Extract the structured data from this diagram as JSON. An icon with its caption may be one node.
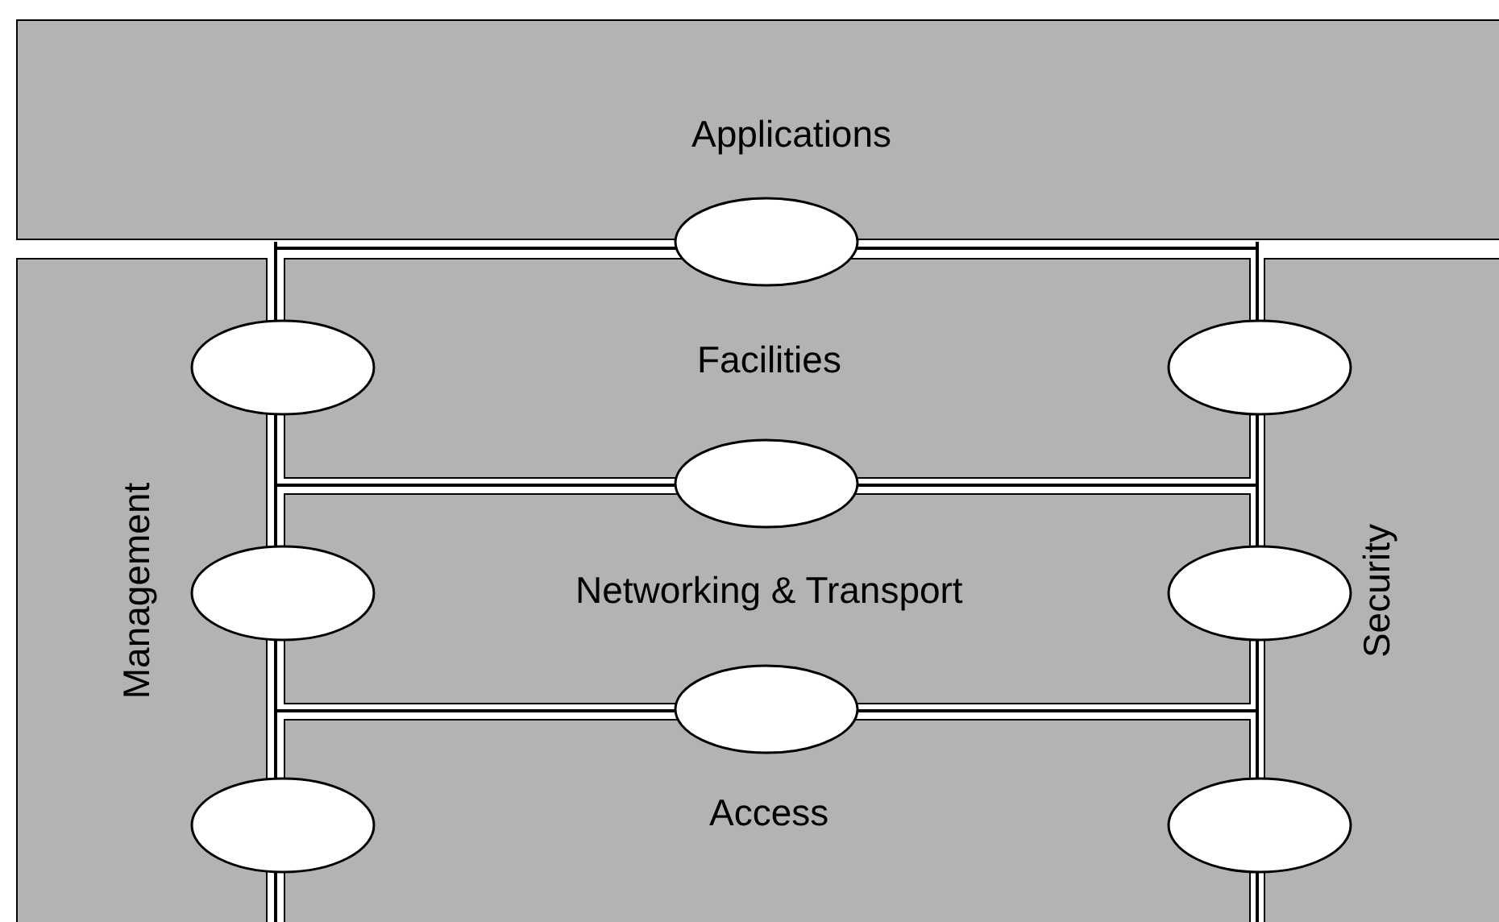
{
  "diagram": {
    "nodes": [
      {
        "text": [
          "Applications"
        ]
      },
      {
        "text": [],
        "shape": "ellipse"
      },
      {
        "text": [
          "Management"
        ]
      },
      {
        "text": [
          "Facilities"
        ]
      },
      {
        "text": [
          "Security"
        ]
      },
      {
        "text": [
          "Networking & Transport"
        ]
      },
      {
        "text": [
          "Access"
        ]
      },
      {
        "text": [],
        "shape": "ellipse"
      },
      {
        "text": [],
        "shape": "ellipse"
      },
      {
        "text": [],
        "shape": "ellipse"
      },
      {
        "text": [],
        "shape": "ellipse"
      },
      {
        "text": [],
        "shape": "ellipse"
      },
      {
        "text": [],
        "shape": "ellipse"
      },
      {
        "text": [],
        "shape": "ellipse"
      },
      {
        "text": [],
        "shape": "ellipse"
      }
    ]
  }
}
